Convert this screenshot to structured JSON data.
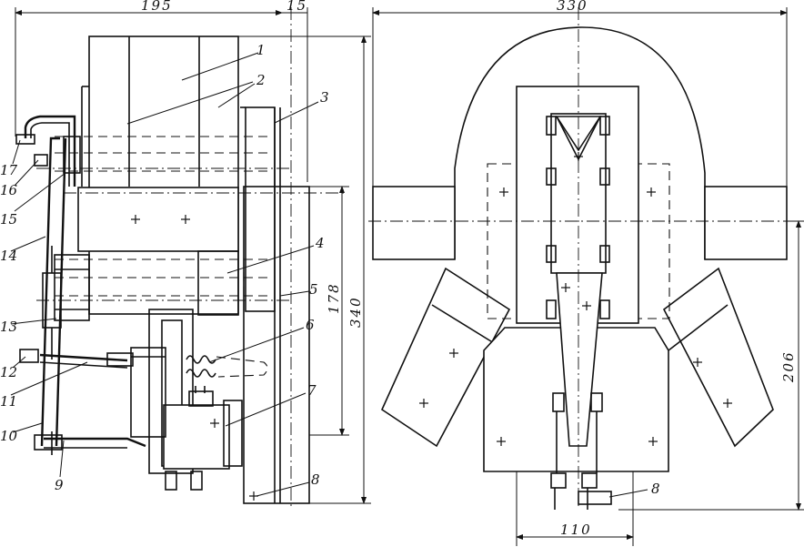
{
  "side_view": {
    "dimensions": {
      "width_main": "195",
      "width_plate": "15",
      "height_inner": "178",
      "height_total": "340"
    },
    "callouts": [
      "1",
      "2",
      "3",
      "4",
      "5",
      "6",
      "7",
      "8",
      "9",
      "10",
      "11",
      "12",
      "13",
      "14",
      "15",
      "16",
      "17"
    ]
  },
  "front_view": {
    "dimensions": {
      "width_total": "330",
      "height_lower": "206",
      "width_base": "110"
    },
    "callouts": [
      "8"
    ]
  }
}
